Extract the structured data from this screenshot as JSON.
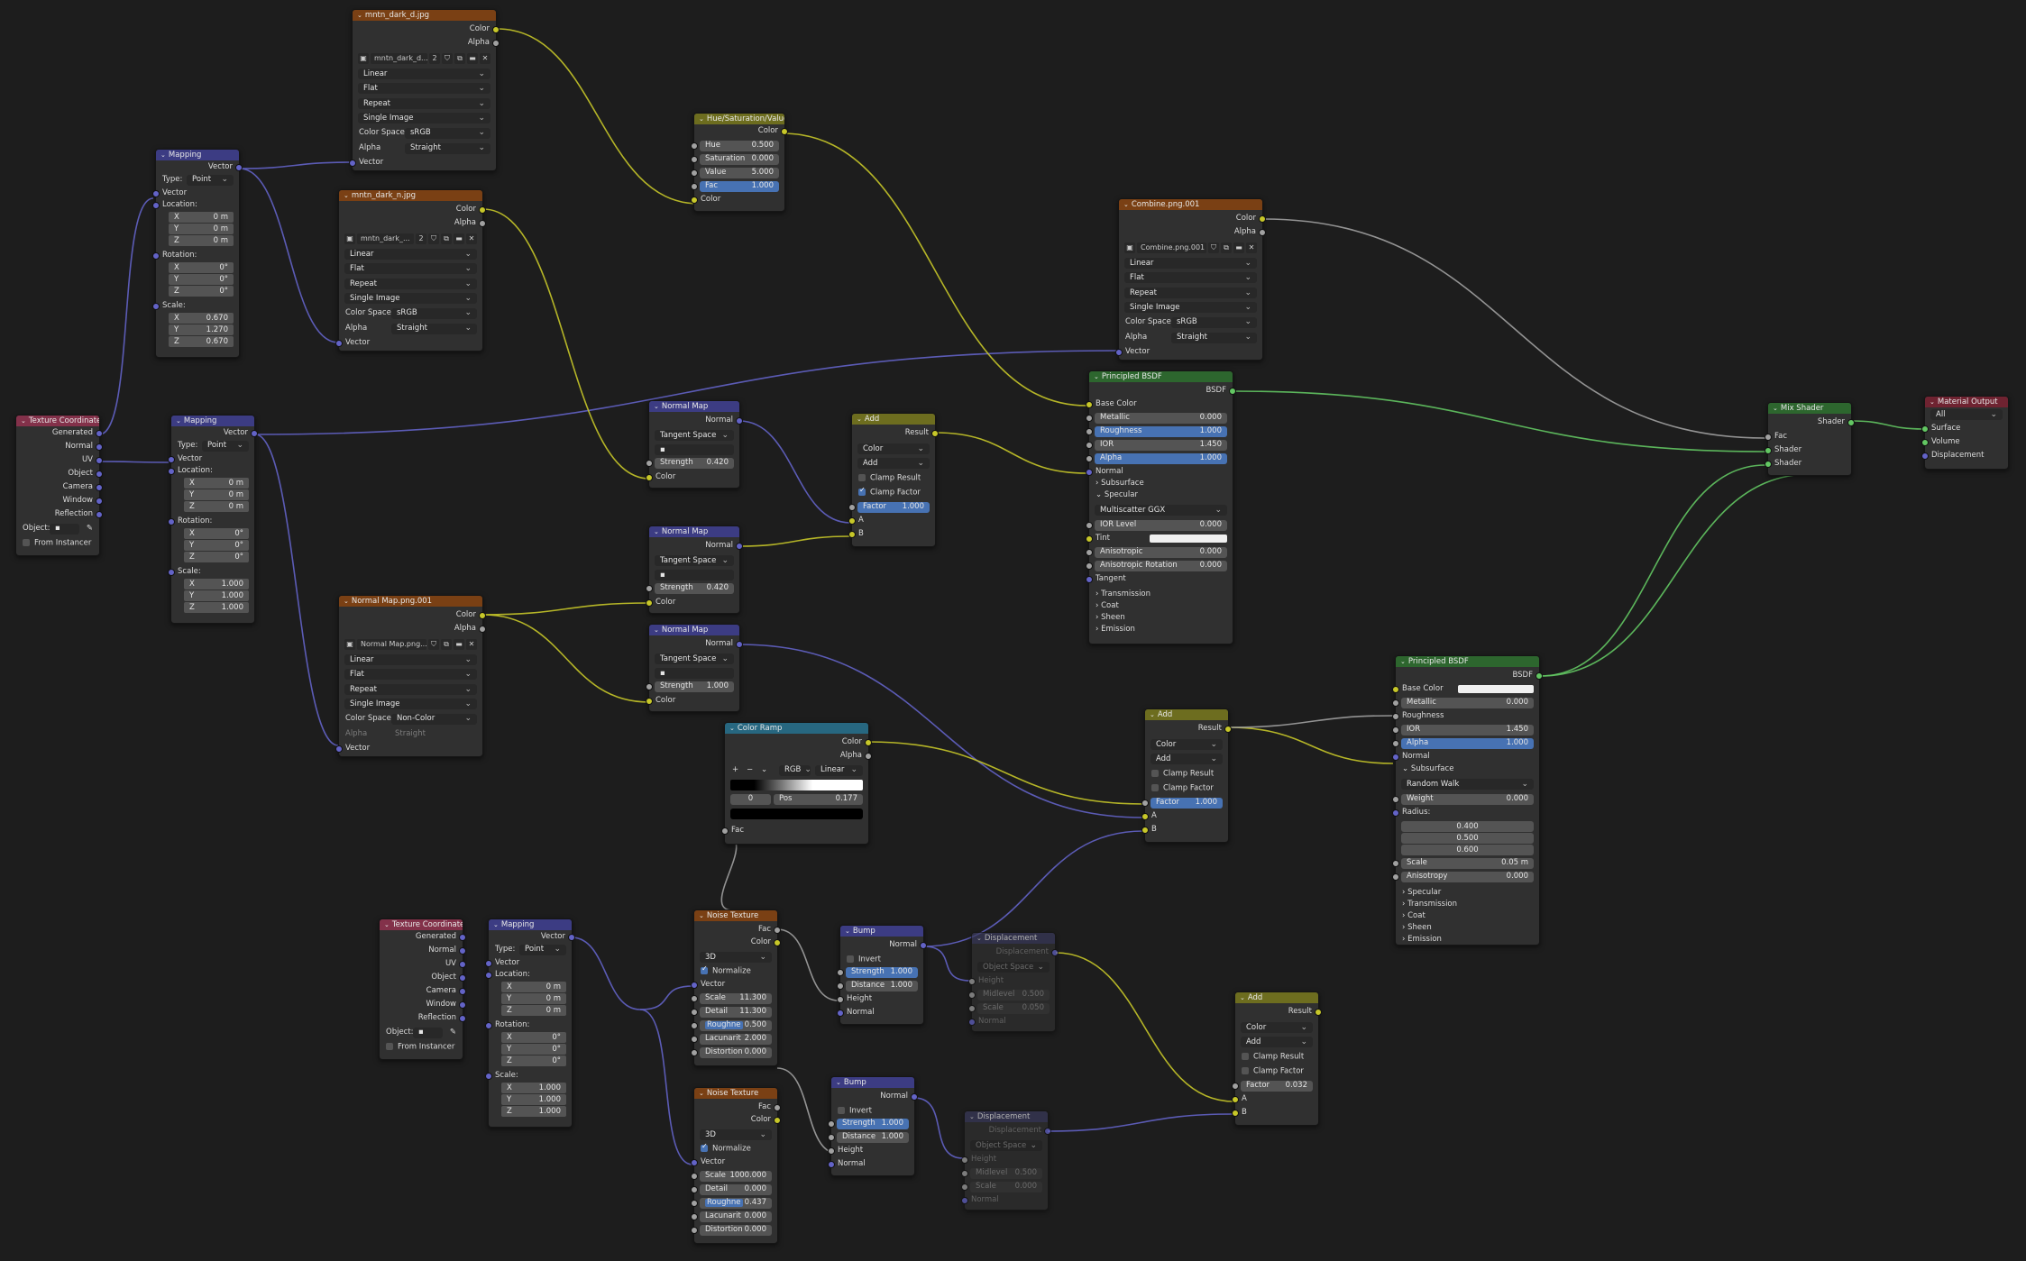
{
  "common": {
    "color": "Color",
    "alpha": "Alpha",
    "vector": "Vector",
    "fac": "Fac",
    "normal": "Normal",
    "result": "Result",
    "a": "A",
    "b": "B",
    "height": "Height",
    "strength": "Strength",
    "distance": "Distance",
    "invert": "Invert",
    "type": "Type:",
    "point": "Point",
    "location": "Location:",
    "rotation": "Rotation:",
    "scale": "Scale:",
    "x": "X",
    "y": "Y",
    "z": "Z",
    "zero_m": "0 m",
    "zero_deg": "0°",
    "linear": "Linear",
    "flat": "Flat",
    "repeat": "Repeat",
    "single_image": "Single Image",
    "color_space": "Color Space",
    "srgb": "sRGB",
    "non_color": "Non-Color",
    "straight": "Straight",
    "tangent_space": "Tangent Space",
    "add": "Add",
    "clamp_result": "Clamp Result",
    "clamp_factor": "Clamp Factor",
    "factor": "Factor",
    "bsdf": "BSDF",
    "shader": "Shader",
    "displacement": "Displacement",
    "midlevel": "Midlevel",
    "scale_word": "Scale",
    "object_space": "Object Space",
    "three_d": "3D",
    "normalize": "Normalize",
    "detail": "Detail",
    "roughness_short": "Roughne",
    "lacunarity": "Lacunarit",
    "distortion": "Distortion",
    "generated": "Generated",
    "uv": "UV",
    "object": "Object",
    "camera": "Camera",
    "window": "Window",
    "reflection": "Reflection",
    "object_colon": "Object:",
    "from_instancer": "From Instancer",
    "users": "2",
    "base_color": "Base Color",
    "metallic": "Metallic",
    "roughness": "Roughness",
    "ior": "IOR",
    "subsurface": "Subsurface",
    "specular": "Specular",
    "multiscatter": "Multiscatter GGX",
    "ior_level": "IOR Level",
    "tint": "Tint",
    "anisotropic": "Anisotropic",
    "anisotropic_rotation": "Anisotropic Rotation",
    "tangent": "Tangent",
    "transmission": "Transmission",
    "coat": "Coat",
    "sheen": "Sheen",
    "emission": "Emission",
    "random_walk": "Random Walk",
    "weight": "Weight",
    "radius": "Radius:",
    "anisotropy": "Anisotropy",
    "surface": "Surface",
    "volume": "Volume",
    "all": "All",
    "rgb": "RGB",
    "pos": "Pos",
    "hue": "Hue",
    "saturation": "Saturation",
    "value": "Value"
  },
  "nodes": {
    "img_dark_d": {
      "title": "mntn_dark_d.jpg",
      "file": "mntn_dark_d..."
    },
    "img_dark_n": {
      "title": "mntn_dark_n.jpg",
      "file": "mntn_dark_..."
    },
    "img_normal": {
      "title": "Normal Map.png.001",
      "file": "Normal Map.png..."
    },
    "img_combine": {
      "title": "Combine.png.001",
      "file": "Combine.png.001"
    },
    "mapping1": {
      "title": "Mapping",
      "sx": "0.670",
      "sy": "1.270",
      "sz": "0.670"
    },
    "mapping2": {
      "title": "Mapping",
      "sx": "1.000",
      "sy": "1.000",
      "sz": "1.000"
    },
    "mapping3": {
      "title": "Mapping",
      "sx": "1.000",
      "sy": "1.000",
      "sz": "1.000"
    },
    "texcoord1": {
      "title": "Texture Coordinate"
    },
    "texcoord2": {
      "title": "Texture Coordinate"
    },
    "hsv": {
      "title": "Hue/Saturation/Value",
      "hue": "0.500",
      "sat": "0.000",
      "val": "5.000",
      "fac": "1.000"
    },
    "nmap1": {
      "title": "Normal Map",
      "strength": "0.420"
    },
    "nmap2": {
      "title": "Normal Map",
      "strength": "0.420"
    },
    "nmap3": {
      "title": "Normal Map",
      "strength": "1.000"
    },
    "add1": {
      "title": "Add",
      "factor": "1.000"
    },
    "add2": {
      "title": "Add",
      "factor": "1.000"
    },
    "add3": {
      "title": "Add",
      "factor": "0.032"
    },
    "bsdf1": {
      "title": "Principled BSDF",
      "metallic": "0.000",
      "roughness": "1.000",
      "ior": "1.450",
      "alpha": "1.000",
      "ior_level": "0.000",
      "aniso": "0.000",
      "aniso_rot": "0.000"
    },
    "bsdf2": {
      "title": "Principled BSDF",
      "metallic": "0.000",
      "ior": "1.450",
      "alpha": "1.000",
      "weight": "0.000",
      "r1": "0.400",
      "r2": "0.500",
      "r3": "0.600",
      "scale": "0.05 m",
      "anisotropy": "0.000"
    },
    "mix": {
      "title": "Mix Shader"
    },
    "output": {
      "title": "Material Output"
    },
    "ramp": {
      "title": "Color Ramp",
      "index": "0",
      "pos": "0.177"
    },
    "noise1": {
      "title": "Noise Texture",
      "scale": "11.300",
      "detail": "11.300",
      "rough": "0.500",
      "lac": "2.000",
      "dist": "0.000"
    },
    "noise2": {
      "title": "Noise Texture",
      "scale": "1000.000",
      "detail": "0.000",
      "rough": "0.437",
      "lac": "0.000",
      "dist": "0.000"
    },
    "bump1": {
      "title": "Bump",
      "strength": "1.000",
      "distance": "1.000"
    },
    "bump2": {
      "title": "Bump",
      "strength": "1.000",
      "distance": "1.000"
    },
    "disp1": {
      "title": "Displacement",
      "mid": "0.500",
      "scale": "0.050"
    },
    "disp2": {
      "title": "Displacement",
      "mid": "0.500",
      "scale": "0.000"
    }
  },
  "colors": {
    "color_socket": "#c7c729",
    "vector_socket": "#6363c7",
    "shader_socket": "#63c763",
    "float_socket": "#a1a1a1"
  }
}
